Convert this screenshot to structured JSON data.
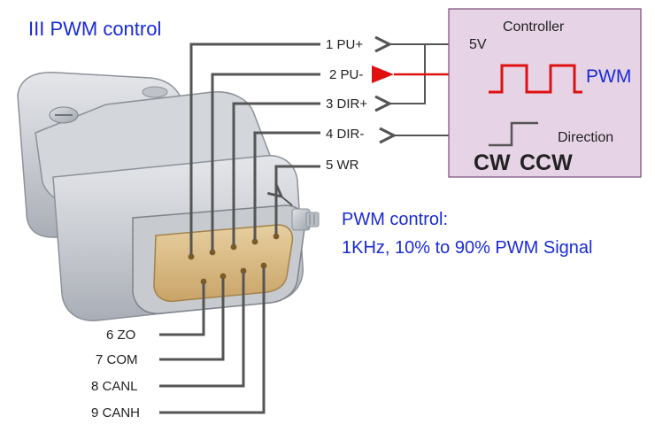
{
  "title": "III PWM control",
  "controller": {
    "title": "Controller",
    "supply_label": "5V",
    "pwm_label": "PWM",
    "direction_label": "Direction",
    "cw_label": "CW",
    "ccw_label": "CCW"
  },
  "pins_top": [
    {
      "label": "1 PU+"
    },
    {
      "label": "2 PU-"
    },
    {
      "label": "3 DIR+"
    },
    {
      "label": "4 DIR-"
    },
    {
      "label": "5 WR"
    }
  ],
  "pins_bottom": [
    {
      "label": "6 ZO"
    },
    {
      "label": "7 COM"
    },
    {
      "label": "8 CANL"
    },
    {
      "label": "9 CANH"
    }
  ],
  "note": {
    "line1": "PWM control:",
    "line2": "1KHz, 10% to 90% PWM Signal"
  },
  "colors": {
    "wire": "#555555",
    "signal": "#e01010",
    "accent_text": "#1a2bd6",
    "controller_fill": "#e6d3e6",
    "controller_border": "#7a4a7a"
  }
}
